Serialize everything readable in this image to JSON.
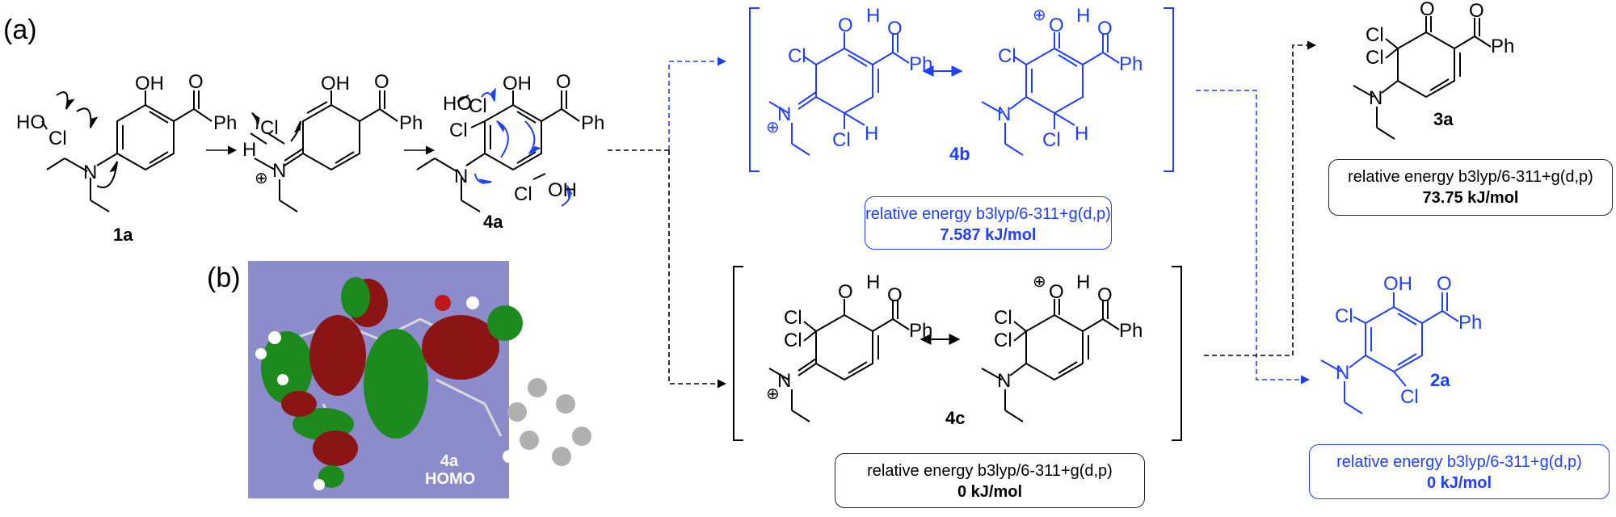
{
  "panels": {
    "a": "(a)",
    "b": "(b)"
  },
  "atoms": {
    "ho": "HO",
    "cl": "Cl",
    "oh": "OH",
    "o": "O",
    "h": "H",
    "n": "N",
    "ph": "Ph",
    "plus": "⊕"
  },
  "compounds": {
    "c1a": "1a",
    "c4a": "4a",
    "c4b": "4b",
    "c4c": "4c",
    "c3a": "3a",
    "c2a": "2a"
  },
  "orbital": {
    "label_line1": "4a",
    "label_line2": "HOMO"
  },
  "energy_boxes": {
    "b4b": {
      "line1": "relative energy b3lyp/6-311+g(d,p)",
      "line2": "7.587 kJ/mol"
    },
    "b4c": {
      "line1": "relative energy b3lyp/6-311+g(d,p)",
      "line2": "0 kJ/mol"
    },
    "b3a": {
      "line1": "relative energy b3lyp/6-311+g(d,p)",
      "line2": "73.75 kJ/mol"
    },
    "b2a": {
      "line1": "relative energy b3lyp/6-311+g(d,p)",
      "line2": "0 kJ/mol"
    }
  },
  "colors": {
    "black": "#000000",
    "blue": "#1f3fff",
    "orbital_bg": "#8c8ccd",
    "lobe_red": "#8b1414",
    "lobe_green": "#1c8a1c"
  }
}
